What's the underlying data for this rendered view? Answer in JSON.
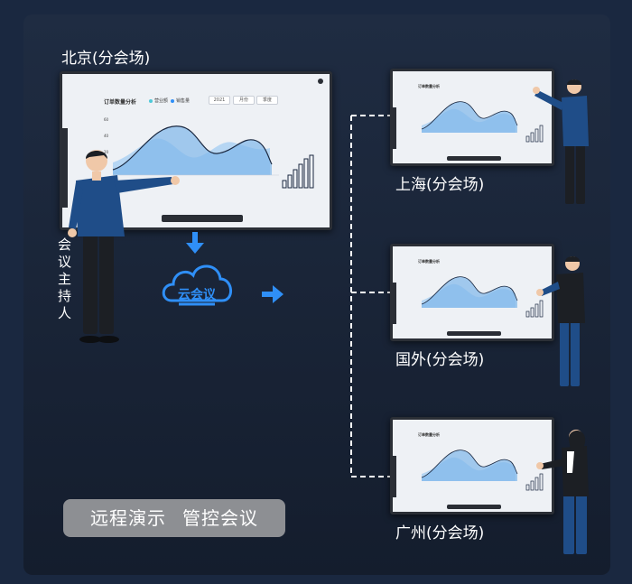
{
  "main_venue": {
    "title": "北京(分会场)",
    "host_label": "会议主持人"
  },
  "dashboard": {
    "title": "订单数量分析",
    "legend": [
      "营业额",
      "销售量"
    ],
    "year": "2021",
    "period_select": "月份",
    "type_select": "季度",
    "y_ticks": [
      "60",
      "40",
      "20"
    ],
    "legend_colors": [
      "#4ec9d8",
      "#2f8ff7"
    ]
  },
  "cloud": {
    "label": "云会议",
    "icon": "cloud-icon",
    "color": "#2f8ff7"
  },
  "branches": [
    {
      "label": "上海(分会场)"
    },
    {
      "label": "国外(分会场)"
    },
    {
      "label": "广州(分会场)"
    }
  ],
  "badge": {
    "items": [
      "远程演示",
      "管控会议"
    ]
  }
}
